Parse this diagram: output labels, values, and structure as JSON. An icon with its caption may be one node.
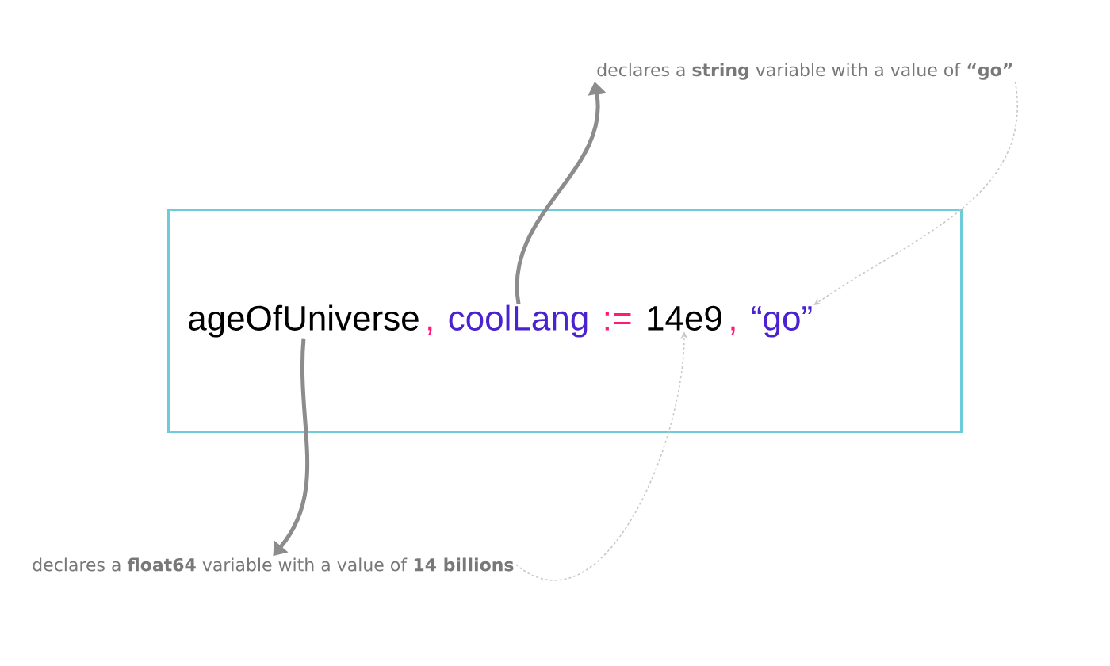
{
  "diagram": {
    "nodes": [
      {
        "text": [],
        "shape": "box"
      },
      {
        "text": [
          "ageOfUniverse"
        ],
        "in": 0
      },
      {
        "text": [
          "coolLang"
        ],
        "in": 0
      },
      {
        "text": [
          "14e9"
        ],
        "in": 0
      },
      {
        "text": [
          "“go”"
        ],
        "in": 0
      },
      {
        "text": [
          "declares a **string** variable with a value of **“go”**"
        ]
      },
      {
        "text": [
          "declares a **float64** variable with a value of **14 billions**"
        ]
      }
    ],
    "edges": [
      {
        "from": 1,
        "to": 6,
        "arrow": "to",
        "style": "thick"
      },
      {
        "from": 2,
        "to": 5,
        "arrow": "to",
        "style": "thick"
      },
      {
        "from": 6,
        "to": 3,
        "arrow": "to",
        "style": "dashed",
        "color": "#c8c8c8"
      },
      {
        "from": 5,
        "to": 4,
        "arrow": "to",
        "style": "dashed",
        "color": "#c8c8c8"
      }
    ],
    "labels": [
      ",",
      ":=",
      ","
    ]
  }
}
